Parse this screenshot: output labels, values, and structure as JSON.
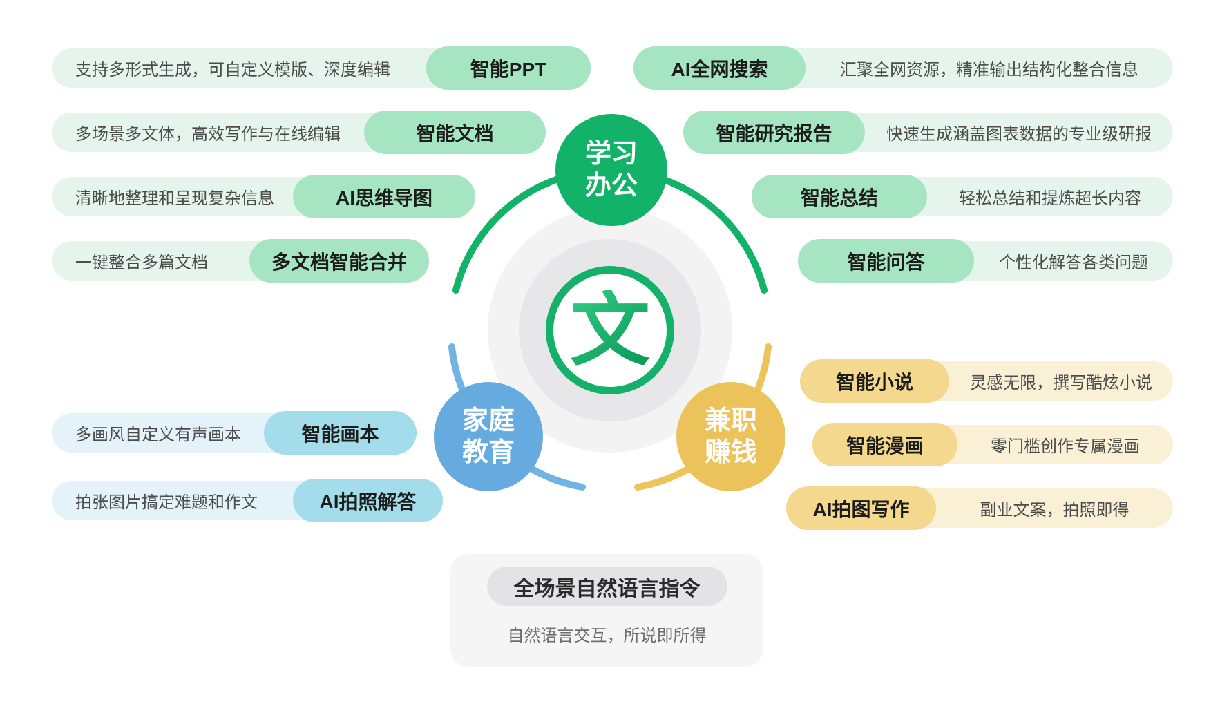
{
  "brand": {
    "glyph": "文"
  },
  "categories": {
    "learning": {
      "line1": "学习",
      "line2": "办公",
      "color": "#12b269"
    },
    "family": {
      "line1": "家庭",
      "line2": "教育",
      "color": "#66abdf"
    },
    "earning": {
      "line1": "兼职",
      "line2": "赚钱",
      "color": "#ecc35b"
    }
  },
  "features": {
    "learning_left": [
      {
        "desc": "支持多形式生成，可自定义模版、深度编辑",
        "label": "智能PPT"
      },
      {
        "desc": "多场景多文体，高效写作与在线编辑",
        "label": "智能文档"
      },
      {
        "desc": "清晰地整理和呈现复杂信息",
        "label": "AI思维导图"
      },
      {
        "desc": "一键整合多篇文档",
        "label": "多文档智能合并"
      }
    ],
    "learning_right": [
      {
        "label": "AI全网搜索",
        "desc": "汇聚全网资源，精准输出结构化整合信息"
      },
      {
        "label": "智能研究报告",
        "desc": "快速生成涵盖图表数据的专业级研报"
      },
      {
        "label": "智能总结",
        "desc": "轻松总结和提炼超长内容"
      },
      {
        "label": "智能问答",
        "desc": "个性化解答各类问题"
      }
    ],
    "family": [
      {
        "desc": "多画风自定义有声画本",
        "label": "智能画本"
      },
      {
        "desc": "拍张图片搞定难题和作文",
        "label": "AI拍照解答"
      }
    ],
    "earning": [
      {
        "label": "智能小说",
        "desc": "灵感无限，撰写酷炫小说"
      },
      {
        "label": "智能漫画",
        "desc": "零门槛创作专属漫画"
      },
      {
        "label": "AI拍图写作",
        "desc": "副业文案，拍照即得"
      }
    ]
  },
  "footer": {
    "title": "全场景自然语言指令",
    "caption": "自然语言交互，所说即所得"
  },
  "colors": {
    "green_main": "#12b269",
    "green_light": "#e6f5ec",
    "green_accent": "#a6e5c2",
    "blue_main": "#66abdf",
    "blue_light": "#e4f2fa",
    "blue_accent": "#a3dcea",
    "yellow_main": "#ecc35b",
    "yellow_light": "#f9f0d6",
    "yellow_accent": "#f3d88d",
    "gray_box": "#f5f5f6",
    "gray_pill": "#e3e3e5"
  }
}
